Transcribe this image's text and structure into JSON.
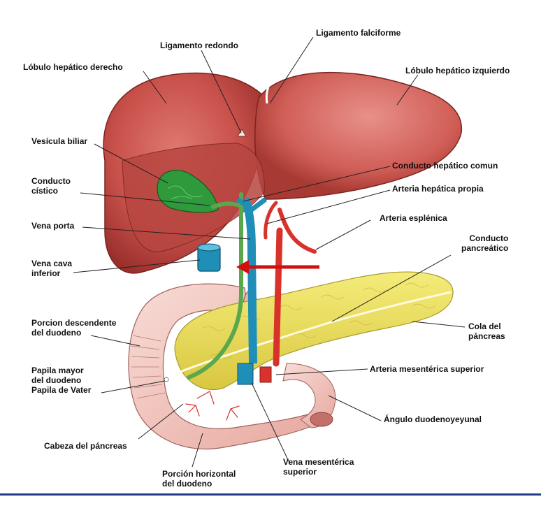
{
  "labels": {
    "ligamento_falciforme": "Ligamento falciforme",
    "ligamento_redondo": "Ligamento redondo",
    "lobulo_derecho": "Lóbulo hepático derecho",
    "lobulo_izquierdo": "Lóbulo hepático izquierdo",
    "vesicula_biliar": "Vesícula biliar",
    "conducto_cistico": "Conducto\ncístico",
    "conducto_hepatico_comun": "Conducto hepático comun",
    "arteria_hepatica_propia": "Arteria hepática propia",
    "vena_porta": "Vena porta",
    "arteria_esplenica": "Arteria esplénica",
    "conducto_pancreatico": "Conducto\npancreático",
    "vena_cava_inferior": "Vena cava\ninferior",
    "porcion_descendente": "Porcion descendente\ndel duodeno",
    "cola_pancreas": "Cola del\npáncreas",
    "papila_mayor": "Papila mayor\ndel duodeno\nPapila de Vater",
    "arteria_mesenterica_superior": "Arteria mesentérica superior",
    "angulo_duodenoyeyunal": "Ángulo duodenoyeyunal",
    "cabeza_pancreas": "Cabeza del páncreas",
    "porcion_horizontal": "Porción horizontal\ndel duodeno",
    "vena_mesenterica_superior": "Vena mesentérica\nsuperior"
  },
  "colors": {
    "liver": "#c8504a",
    "liver_dark": "#8e2c2a",
    "gallbladder": "#2e9a3c",
    "bile_duct": "#5aa84e",
    "portal_vein": "#1f8fb8",
    "artery": "#d8322a",
    "pancreas": "#e8de5a",
    "duodenum": "#f2c4bd",
    "arrow": "#d01010",
    "bottom_bar": "#1e3e8c"
  }
}
